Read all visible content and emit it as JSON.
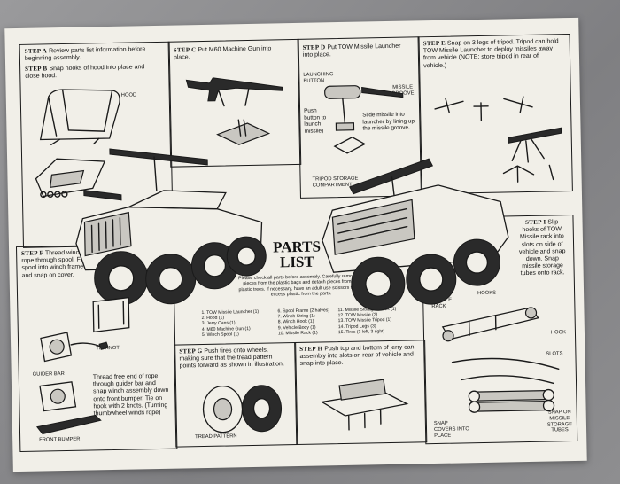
{
  "steps": {
    "a": {
      "key": "STEP A",
      "text": "Review parts list information before beginning assembly."
    },
    "b": {
      "key": "STEP B",
      "text": "Snap hooks of hood into place and close hood."
    },
    "c": {
      "key": "STEP C",
      "text": "Put M60 Machine Gun into place."
    },
    "d": {
      "key": "STEP D",
      "text": "Put TOW Missile Launcher into place."
    },
    "e": {
      "key": "STEP E",
      "text": "Snap on 3 legs of tripod. Tripod can hold TOW Missile Launcher to deploy missiles away from vehicle (NOTE: store tripod in rear of vehicle.)"
    },
    "f": {
      "key": "STEP F",
      "text": "Thread winch rope through spool. Fit spool into winch frame and snap on cover."
    },
    "f2": {
      "text": "Thread free end of rope through guider bar and snap winch assembly down onto front bumper. Tie on hook with 2 knots. (Turning thumbwheel winds rope)"
    },
    "g": {
      "key": "STEP G",
      "text": "Push tires onto wheels, making sure that the tread pattern points forward as shown in illustration."
    },
    "h": {
      "key": "STEP H",
      "text": "Push top and bottom of jerry can assembly into slots on rear of vehicle and snap into place."
    },
    "i": {
      "key": "STEP I",
      "text": "Slip hooks of TOW Missile rack into slots on side of vehicle and snap down. Snap missile storage tubes onto rack."
    }
  },
  "labels": {
    "hood": "HOOD",
    "launching_button": "LAUNCHING BUTTON",
    "missile_groove": "MISSILE GROOVE",
    "push_button": "Push button to launch missile)",
    "slide_missile": "Slide missile into launcher by lining up the missile groove.",
    "tripod_storage": "TRIPOD STORAGE COMPARTMENT",
    "tie_knot": "TIE KNOT",
    "guider_bar": "GUIDER BAR",
    "front_bumper": "FRONT BUMPER",
    "tread_pattern": "TREAD PATTERN",
    "snap_covers": "SNAP COVERS INTO PLACE",
    "tow_missile_rack": "TOW MISSILE RACK",
    "hooks": "HOOKS",
    "hook": "HOOK",
    "slots": "SLOTS",
    "snap_on_tubes": "SNAP ON MISSILE STORAGE TUBES"
  },
  "parts": {
    "title_line1": "PARTS",
    "title_line2": "LIST",
    "intro": "Please check all parts before assembly. Carefully remove all pieces from the plastic bags and detach pieces from the plastic trees. If necessary, have an adult use scissors to trim excess plastic from the parts.",
    "col1": [
      "1. TOW Missile Launcher (1)",
      "2. Hood (1)",
      "3. Jerry Cans (1)",
      "4. M60 Machine Gun (1)",
      "5. Winch Spool (1)"
    ],
    "col2": [
      "6. Spool Frame (2 halves)",
      "7. Winch String (1)",
      "8. Winch Hook (1)",
      "9. Vehicle Body (1)",
      "10. Missile Rack (1)"
    ],
    "col3": [
      "11. Missile Storage Tubes (1)",
      "12. TOW Missile (2)",
      "13. TOW Missile Tripod (1)",
      "14. Tripod Legs (3)",
      "15. Tires (3 left, 3 right)"
    ]
  }
}
